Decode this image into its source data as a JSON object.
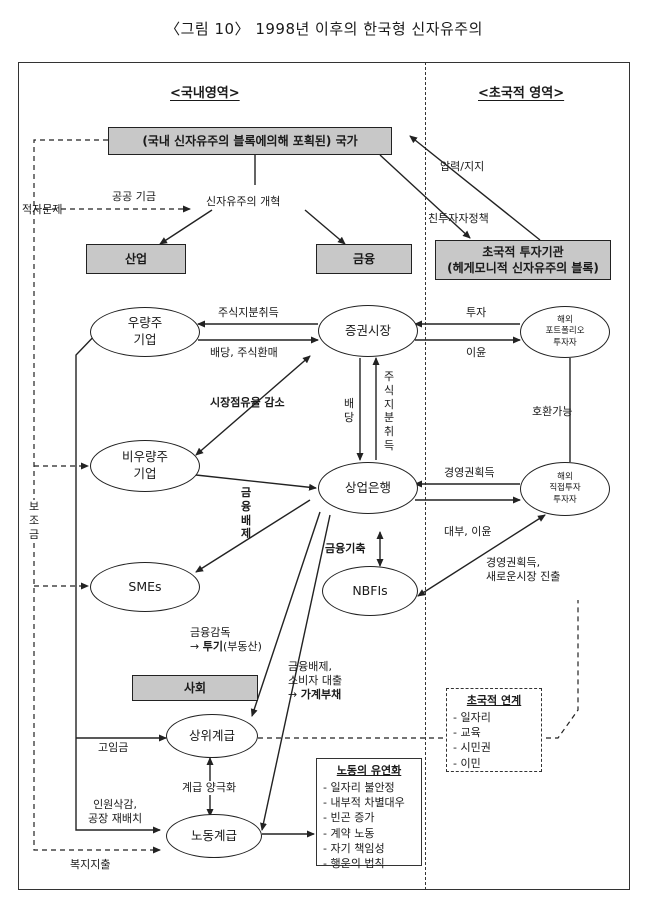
{
  "title": "〈그림 10〉 1998년 이후의 한국형 신자유주의",
  "regions": {
    "domestic": "<국내영역>",
    "transnational": "<초국적 영역>"
  },
  "boxes": {
    "state": "(국내 신자유주의 블록에의해 포획된) 국가",
    "industry": "산업",
    "finance": "금융",
    "transnational_investors": [
      "초국적 투자기관",
      "(헤게모니적 신자유주의 블록)"
    ],
    "society": "사회"
  },
  "nodes": {
    "blue_chip": [
      "우량주",
      "기업"
    ],
    "non_blue_chip": [
      "비우량주",
      "기업"
    ],
    "smes": "SMEs",
    "stock_market": "증권시장",
    "commercial_bank": "상업은행",
    "nbfis": "NBFIs",
    "upper_class": "상위계급",
    "working_class": "노동계급",
    "foreign_portfolio": [
      "해외",
      "포트폴리오",
      "투자자"
    ],
    "foreign_fdi": [
      "해외",
      "직접투자",
      "투자자"
    ]
  },
  "labels": {
    "pressure_support": "압력/지지",
    "pro_investor_policy": "친투자자정책",
    "public_funds": "공공 기금",
    "deficit_problem": "적자문제",
    "neoliberal_reform": "신자유주의 개혁",
    "stock_acquisition": "주식지분취득",
    "dividend_buyback": "배당, 주식환매",
    "investment": "투자",
    "profit": "이윤",
    "market_share_decline": "시장점유율 감소",
    "dividend_vertical": "배당",
    "stock_acquisition_vertical": "주식지분취득",
    "convertible": "호환가능",
    "mgmt_acquisition": "경영권획득",
    "loans_profit": "대부, 이윤",
    "financial_exclusion": "금융배제",
    "financial_bias": "금융기축",
    "mgmt_new_market": [
      "경영권획득,",
      "새로운시장 진출"
    ],
    "subsidy": "보조금",
    "fin_supervision": "금융감독",
    "speculation_prefix": "→ ",
    "speculation": "투기",
    "speculation_suffix": "(부동산)",
    "fin_exclusion_consumer": [
      "금융배제,",
      "소비자 대출"
    ],
    "household_debt_arrow": "→ ",
    "household_debt": "가계부채",
    "high_wages": "고임금",
    "class_polarization": "계급 양극화",
    "layoffs": [
      "인원삭감,",
      "공장 재배치"
    ],
    "welfare_cuts": "복지지출"
  },
  "transnational_links": {
    "title": "초국적 연계",
    "items": [
      "- 일자리",
      "- 교육",
      "- 시민권",
      "- 이민"
    ]
  },
  "labor_flex": {
    "title": "노동의 유연화",
    "items": [
      "- 일자리 불안정",
      "- 내부적 차별대우",
      "- 빈곤 증가",
      "- 계약 노동",
      "- 자기 책임성",
      "- 행운의 법칙"
    ]
  }
}
